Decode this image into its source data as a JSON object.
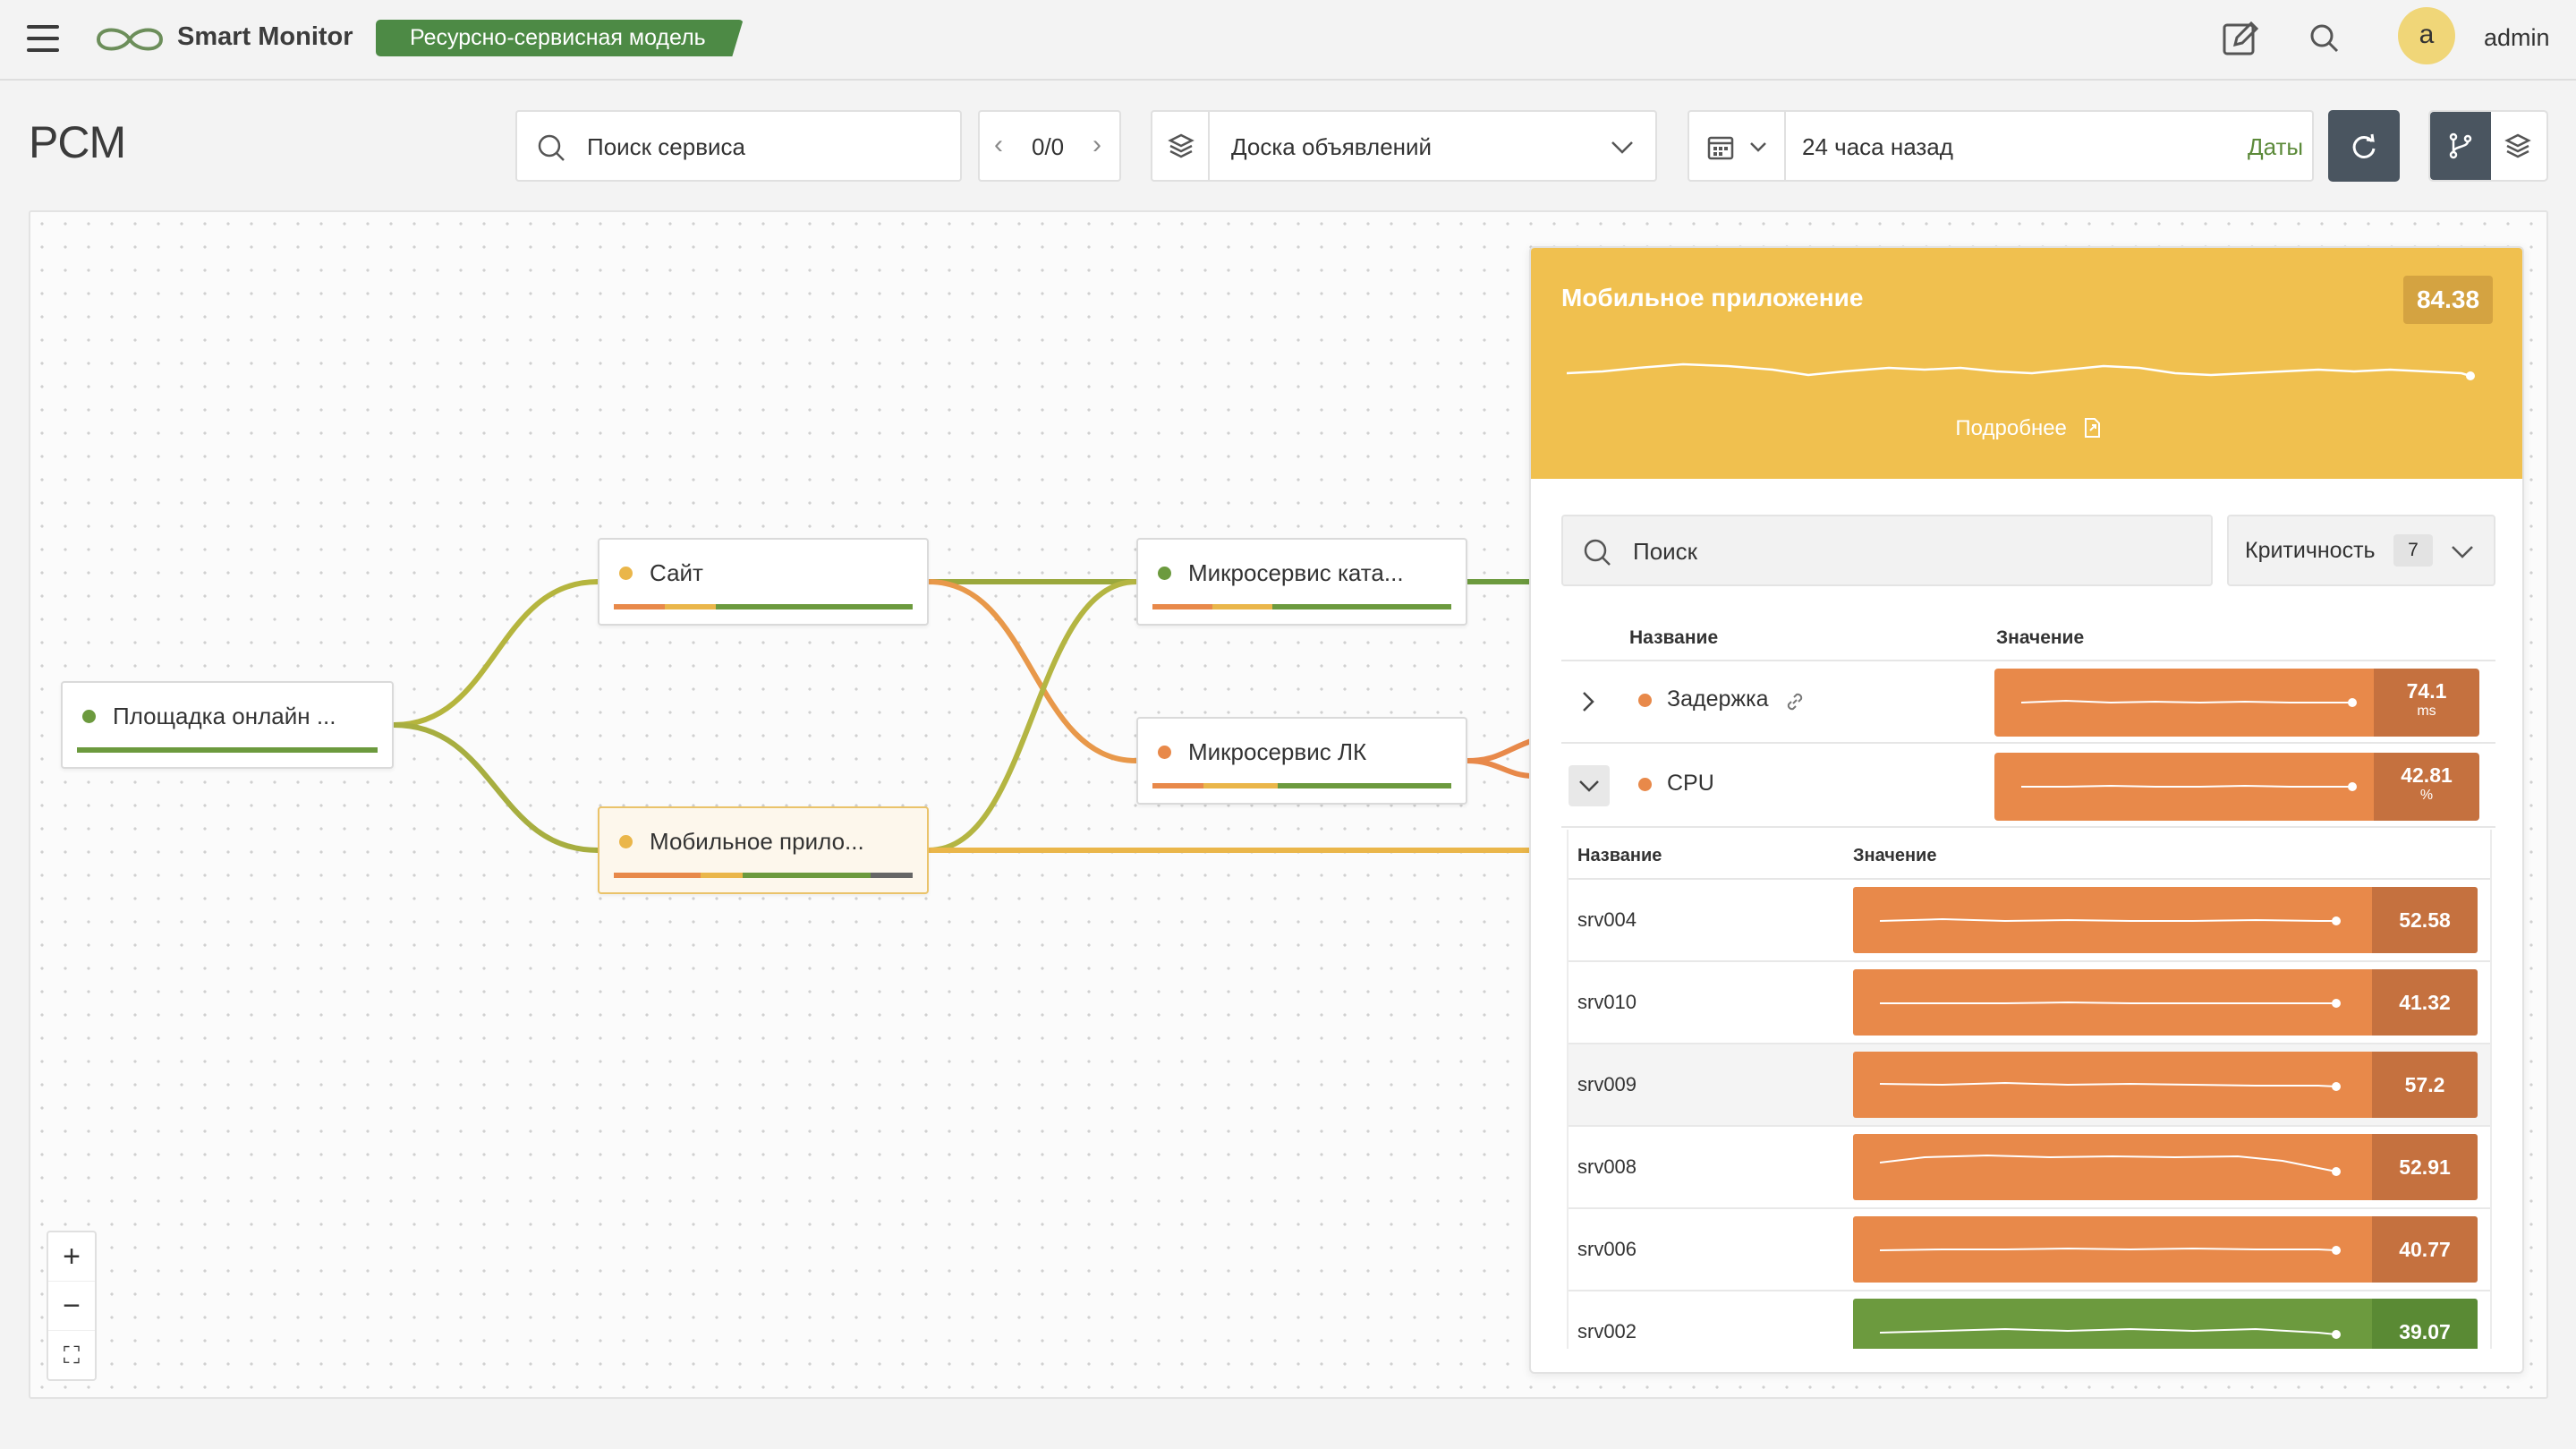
{
  "header": {
    "app_name": "Smart Monitor",
    "model_badge": "Ресурсно-сервисная модель",
    "avatar_letter": "a",
    "user": "admin"
  },
  "toolbar": {
    "page_title": "PCM",
    "search_placeholder": "Поиск сервиса",
    "pager": "0/0",
    "board_select": "Доска объявлений",
    "time_range": "24 часа назад",
    "dates_link": "Даты"
  },
  "graph": {
    "nodes": [
      {
        "label": "Площадка онлайн ...",
        "status": "#6c9a3e"
      },
      {
        "label": "Сайт",
        "status": "#eab64a"
      },
      {
        "label": "Мобильное прило...",
        "status": "#eab64a"
      },
      {
        "label": "Микросервис ката...",
        "status": "#6c9a3e"
      },
      {
        "label": "Микросервис ЛК",
        "status": "#e8894a"
      }
    ],
    "zoom": {
      "in": "+",
      "out": "−",
      "fit": "⛶"
    }
  },
  "panel": {
    "title": "Мобильное приложение",
    "score": "84.38",
    "more_link": "Подробнее",
    "search_placeholder": "Поиск",
    "criticality_label": "Критичность",
    "criticality_count": "7",
    "col_name": "Название",
    "col_value": "Значение",
    "metrics": [
      {
        "name": "Задержка",
        "value": "74.1",
        "unit": "ms"
      },
      {
        "name": "CPU",
        "value": "42.81",
        "unit": "%"
      }
    ],
    "sub_col_name": "Название",
    "sub_col_value": "Значение",
    "servers": [
      {
        "name": "srv004",
        "value": "52.58"
      },
      {
        "name": "srv010",
        "value": "41.32"
      },
      {
        "name": "srv009",
        "value": "57.2"
      },
      {
        "name": "srv008",
        "value": "52.91"
      },
      {
        "name": "srv006",
        "value": "40.77"
      },
      {
        "name": "srv002",
        "value": "39.07"
      }
    ]
  },
  "colors": {
    "green": "#6c9a3e",
    "yellow": "#eab64a",
    "orange": "#e8894a",
    "header_yellow": "#f0c04f"
  }
}
